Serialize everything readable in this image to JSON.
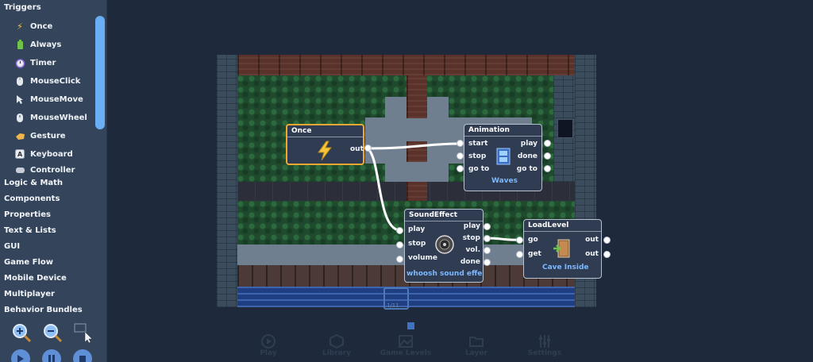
{
  "sidebar": {
    "triggers_title": "Triggers",
    "triggers": [
      {
        "label": "Once",
        "icon": "lightning-icon"
      },
      {
        "label": "Always",
        "icon": "battery-icon"
      },
      {
        "label": "Timer",
        "icon": "alarm-clock-icon"
      },
      {
        "label": "MouseClick",
        "icon": "mouse-icon"
      },
      {
        "label": "MouseMove",
        "icon": "cursor-icon"
      },
      {
        "label": "MouseWheel",
        "icon": "mouse-wheel-icon"
      },
      {
        "label": "Gesture",
        "icon": "hand-icon"
      },
      {
        "label": "Keyboard",
        "icon": "key-icon"
      },
      {
        "label": "Controller",
        "icon": "gamepad-icon"
      }
    ],
    "categories": [
      "Logic & Math",
      "Components",
      "Properties",
      "Text & Lists",
      "GUI",
      "Game Flow",
      "Mobile Device",
      "Multiplayer",
      "Behavior Bundles"
    ]
  },
  "nodes": {
    "once": {
      "title": "Once",
      "out": "out"
    },
    "animation": {
      "title": "Animation",
      "inputs": [
        "start",
        "stop",
        "go to"
      ],
      "outputs": [
        "play",
        "done",
        "go to"
      ],
      "caption": "Waves"
    },
    "sound": {
      "title": "SoundEffect",
      "inputs": [
        "play",
        "stop",
        "volume"
      ],
      "outputs": [
        "play",
        "stop",
        "vol.",
        "done"
      ],
      "caption": "whoosh sound effec"
    },
    "load": {
      "title": "LoadLevel",
      "inputs": [
        "go",
        "get"
      ],
      "outputs": [
        "out",
        "out"
      ],
      "caption": "Cave Inside"
    }
  },
  "page_indicator": "1/11",
  "bottom_nav": [
    {
      "label": "Play",
      "icon": "play-icon"
    },
    {
      "label": "Library",
      "icon": "cube-icon"
    },
    {
      "label": "Game Levels",
      "icon": "image-icon"
    },
    {
      "label": "Layer",
      "icon": "folder-icon"
    },
    {
      "label": "Settings",
      "icon": "sliders-icon"
    }
  ],
  "colors": {
    "accent": "#6aaff5",
    "selection": "#f0a830",
    "caption": "#7db8ff",
    "sidebar": "#34455b",
    "canvas": "#1e2a3c"
  }
}
